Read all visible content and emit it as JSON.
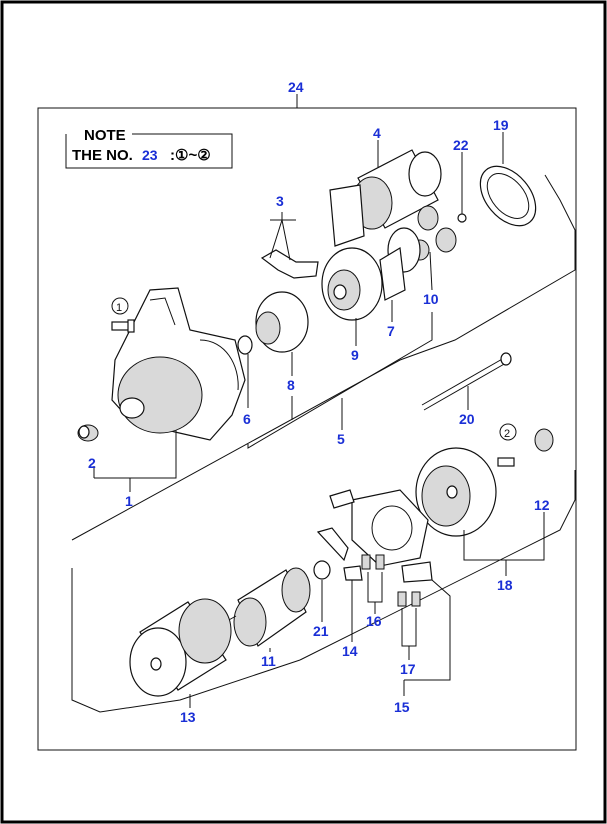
{
  "note": {
    "heading": "NOTE",
    "line_prefix": "THE NO.",
    "ref_number": "23",
    "range": ":①~②"
  },
  "callouts": {
    "c1": "1",
    "c2": "2",
    "c3": "3",
    "c4": "4",
    "c5": "5",
    "c6": "6",
    "c7": "7",
    "c8": "8",
    "c9": "9",
    "c10": "10",
    "c11": "11",
    "c12": "12",
    "c13": "13",
    "c14": "14",
    "c15": "15",
    "c16": "16",
    "c17": "17",
    "c18": "18",
    "c19": "19",
    "c20": "20",
    "c21": "21",
    "c22": "22",
    "c24": "24"
  },
  "circled_marks": {
    "m1": "1",
    "m2": "2"
  },
  "colors": {
    "callout": "#1a2fd6",
    "line": "#111111"
  }
}
